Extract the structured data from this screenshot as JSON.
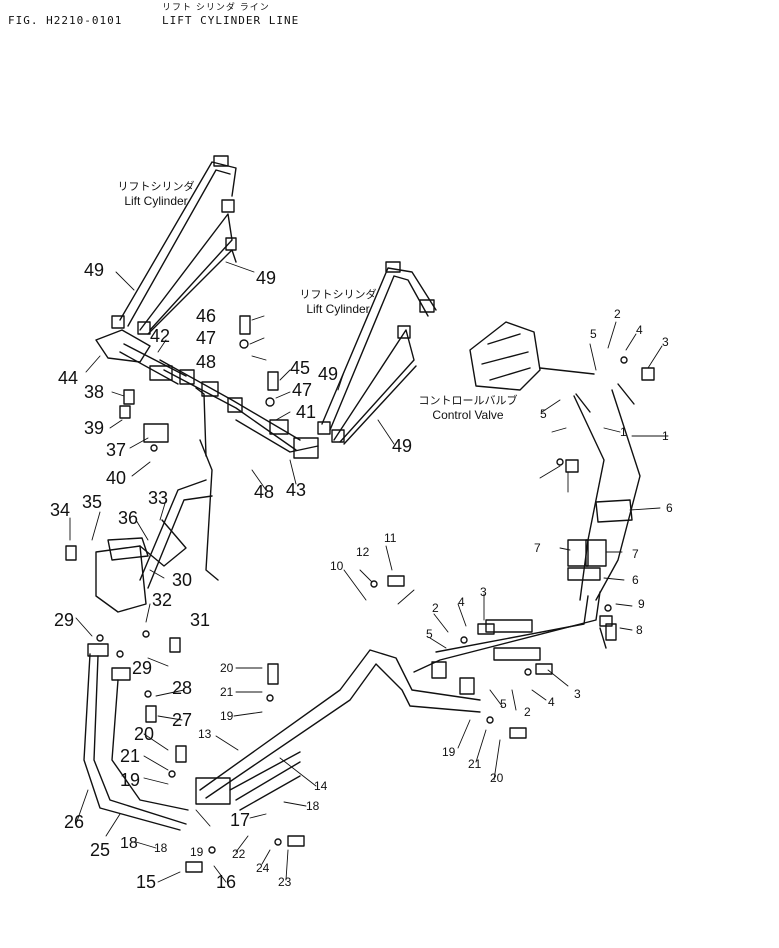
{
  "header": {
    "figure_code": "FIG. H2210-0101",
    "title": "LIFT CYLINDER LINE",
    "title_jp": "リフト シリンダ ライン"
  },
  "callouts": {
    "lift_cylinder_left": {
      "jp": "リフトシリンダ",
      "en": "Lift Cylinder"
    },
    "lift_cylinder_right": {
      "jp": "リフトシリンダ",
      "en": "Lift Cylinder"
    },
    "control_valve": {
      "jp": "コントロールバルブ",
      "en": "Control Valve"
    }
  },
  "part_numbers": [
    "1",
    "1",
    "2",
    "2",
    "2",
    "3",
    "3",
    "3",
    "4",
    "4",
    "4",
    "5",
    "5",
    "5",
    "5",
    "6",
    "6",
    "7",
    "7",
    "8",
    "9",
    "10",
    "11",
    "12",
    "13",
    "14",
    "15",
    "16",
    "17",
    "18",
    "18",
    "18",
    "19",
    "19",
    "19",
    "19",
    "20",
    "20",
    "20",
    "21",
    "21",
    "21",
    "22",
    "23",
    "24",
    "25",
    "26",
    "27",
    "28",
    "29",
    "29",
    "30",
    "31",
    "32",
    "33",
    "34",
    "35",
    "36",
    "37",
    "38",
    "39",
    "40",
    "41",
    "42",
    "43",
    "44",
    "45",
    "46",
    "47",
    "47",
    "48",
    "48",
    "49",
    "49",
    "49",
    "49"
  ]
}
